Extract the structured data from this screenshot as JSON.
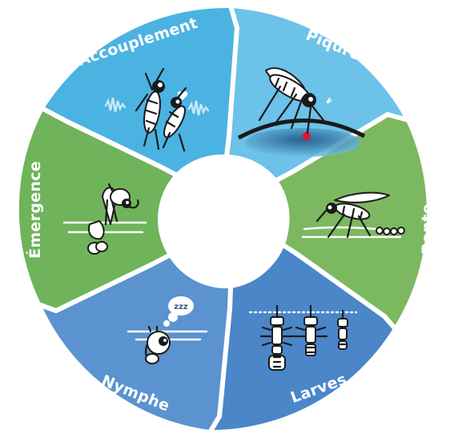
{
  "diagram": {
    "stages": [
      {
        "id": "accouplement",
        "label": "Accouplement",
        "color": "#4bb3e2",
        "icon": "mating-mosquitoes-icon"
      },
      {
        "id": "piqure",
        "label": "Piqûre",
        "color": "#6cc2e8",
        "icon": "biting-mosquito-icon"
      },
      {
        "id": "ponte",
        "label": "Ponte",
        "color": "#7cb85f",
        "icon": "egg-laying-mosquito-icon"
      },
      {
        "id": "larves",
        "label": "Larves",
        "color": "#4a86c8",
        "icon": "larvae-icon"
      },
      {
        "id": "nymphe",
        "label": "Nymphe",
        "color": "#5a93cf",
        "icon": "pupa-icon"
      },
      {
        "id": "emergence",
        "label": "Émergence",
        "color": "#6fb35a",
        "icon": "emerging-mosquito-icon"
      }
    ],
    "pupa_sleep_text": "zzz"
  }
}
